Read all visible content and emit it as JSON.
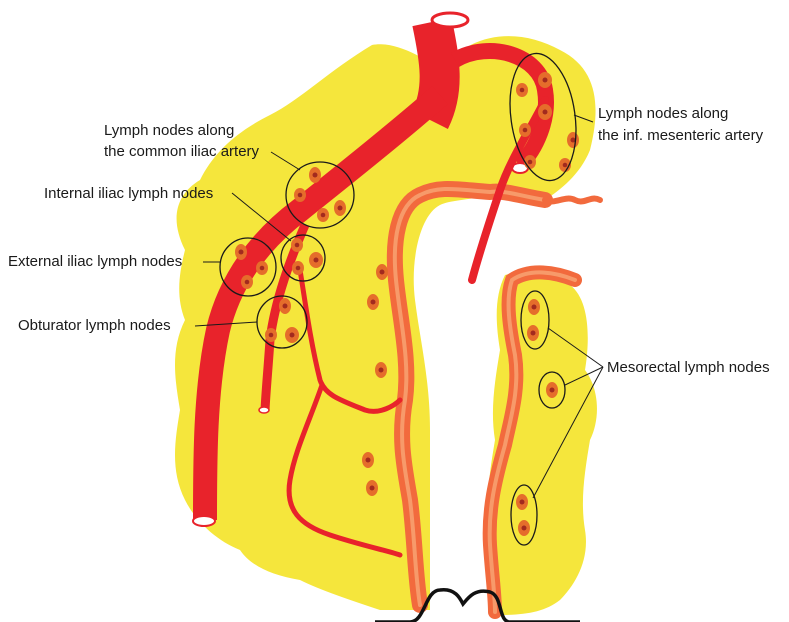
{
  "labels": {
    "common_iliac_line1": "Lymph nodes along",
    "common_iliac_line2": "the common iliac artery",
    "internal_iliac": "Internal iliac lymph nodes",
    "external_iliac": "External iliac lymph nodes",
    "obturator": "Obturator lymph nodes",
    "inf_mesenteric_line1": "Lymph nodes along",
    "inf_mesenteric_line2": "the inf. mesenteric artery",
    "mesorectal": "Mesorectal lymph nodes"
  },
  "colors": {
    "fat": "#f5e63c",
    "artery": "#e8232b",
    "bowel_wall": "#f26a3d",
    "bowel_wall_inner": "#f79a6a",
    "node": "#e56d2b",
    "node_core": "#a32a1e",
    "outline": "#1a1a1a"
  }
}
